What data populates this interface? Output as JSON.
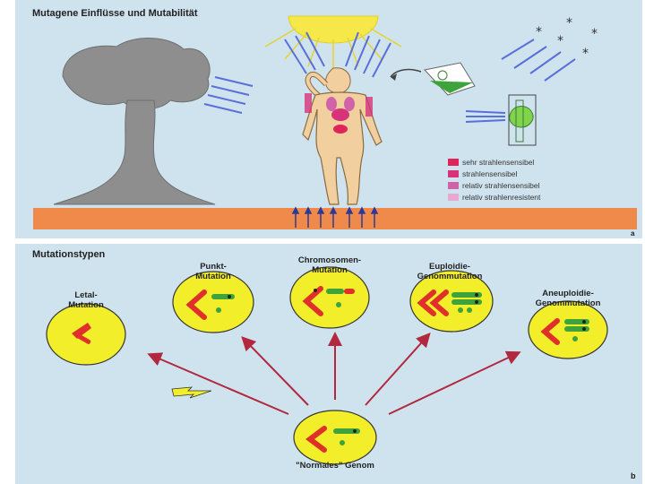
{
  "panel_a": {
    "title": "Mutagene Einflüsse und Mutabilität",
    "tag": "a",
    "legend": [
      {
        "label": "sehr strahlensensibel",
        "color": "#e0245a"
      },
      {
        "label": "strahlensensibel",
        "color": "#d6337a"
      },
      {
        "label": "relativ strahlensensibel",
        "color": "#d262a8"
      },
      {
        "label": "relativ strahlenresistent",
        "color": "#e6a9d2"
      }
    ]
  },
  "panel_b": {
    "title": "Mutationstypen",
    "tag": "b",
    "cells": {
      "letal": "Letal-\nMutation",
      "punkt": "Punkt-\nMutation",
      "chromosomen": "Chromosomen-\nMutation",
      "euploidie": "Euploidie-\nGenommutation",
      "aneuploidie": "Aneuploidie-\nGenommutation",
      "normal": "\"Normales\" Genom"
    }
  },
  "colors": {
    "panel_bg": "#cfe3ee",
    "cell_yellow": "#f3ee2a",
    "chromosome_red": "#e0302a",
    "chromosome_green": "#3ea33a",
    "arrow_red": "#b2283f",
    "ground": "#f08a4a",
    "sun": "#f7e84a",
    "rays_blue": "#5a6fd8"
  }
}
